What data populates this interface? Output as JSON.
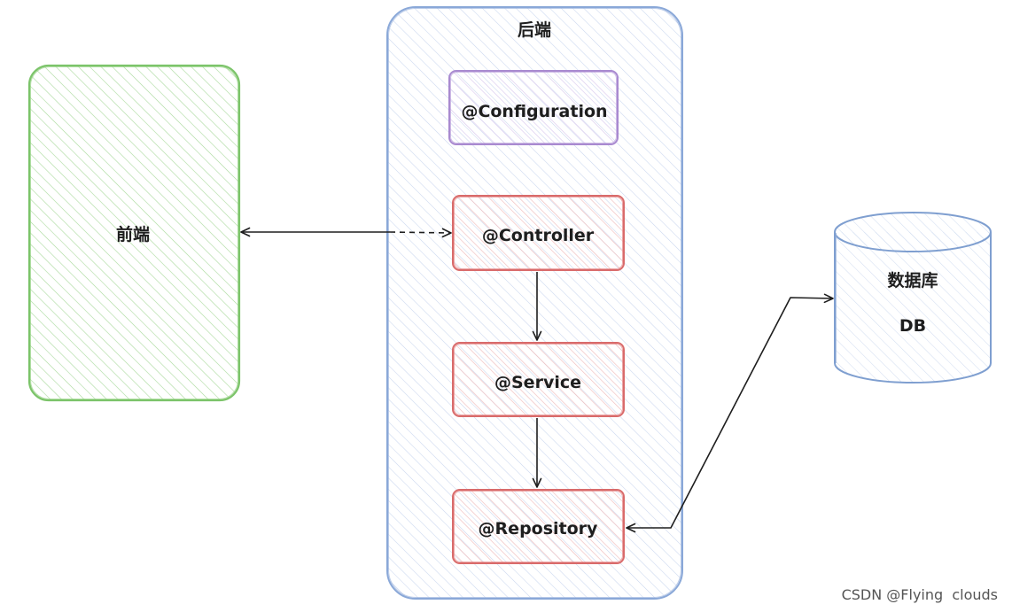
{
  "nodes": {
    "backend": {
      "label": "后端"
    },
    "frontend": {
      "label": "前端"
    },
    "configuration": {
      "label": "@Configuration"
    },
    "controller": {
      "label": "@Controller"
    },
    "service": {
      "label": "@Service"
    },
    "repository": {
      "label": "@Repository"
    },
    "database": {
      "label": "数据库",
      "sublabel": "DB"
    }
  },
  "colors": {
    "frontend": "#7cc46a",
    "backend": "#8aa8d8",
    "configuration": "#a98ad0",
    "component": "#d96b6b",
    "database": "#7f9fd0",
    "arrow": "#1e1e1e"
  },
  "watermark": "CSDN @Flying  clouds"
}
